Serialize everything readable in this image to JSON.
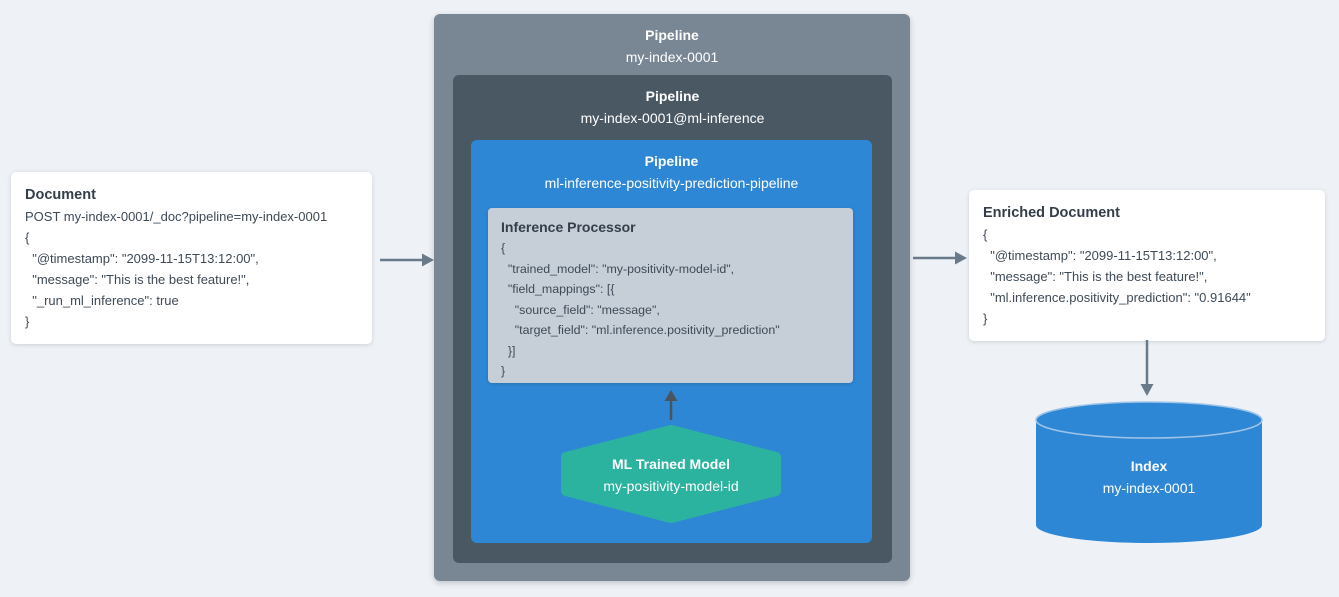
{
  "colors": {
    "background": "#eef2f6",
    "card_bg": "#ffffff",
    "outer_pipeline": "#798694",
    "inner_pipeline": "#4a5864",
    "blue_pipeline": "#2e87d5",
    "processor_bg": "#c6cfd8",
    "hexagon_teal": "#2bb3a0",
    "cylinder_blue": "#2e87d5",
    "cylinder_rim": "#9fc4e8",
    "arrow_gray": "#697a8a",
    "arrow_dark": "#4b545c",
    "text_dark": "#3e4a56",
    "text_title": "#333e49",
    "text_white": "#ffffff"
  },
  "document_card": {
    "title": "Document",
    "lines": [
      "POST my-index-0001/_doc?pipeline=my-index-0001",
      "{",
      "  \"@timestamp\": \"2099-11-15T13:12:00\",",
      "  \"message\": \"This is the best feature!\",",
      "  \"_run_ml_inference\": true",
      "}"
    ]
  },
  "pipeline_outer": {
    "title": "Pipeline",
    "name": "my-index-0001"
  },
  "pipeline_inner": {
    "title": "Pipeline",
    "name": "my-index-0001@ml-inference"
  },
  "pipeline_ml": {
    "title": "Pipeline",
    "name": "ml-inference-positivity-prediction-pipeline"
  },
  "inference_processor": {
    "title": "Inference Processor",
    "lines": [
      "{",
      "  \"trained_model\": \"my-positivity-model-id\",",
      "  \"field_mappings\": [{",
      "    \"source_field\": \"message\",",
      "    \"target_field\": \"ml.inference.positivity_prediction\"",
      "  }]",
      "}"
    ]
  },
  "ml_model": {
    "title": "ML Trained Model",
    "name": "my-positivity-model-id"
  },
  "enriched_card": {
    "title": "Enriched Document",
    "lines": [
      "{",
      "  \"@timestamp\": \"2099-11-15T13:12:00\",",
      "  \"message\": \"This is the best feature!\",",
      "  \"ml.inference.positivity_prediction\": \"0.91644\"",
      "}"
    ]
  },
  "index_cylinder": {
    "title": "Index",
    "name": "my-index-0001"
  }
}
